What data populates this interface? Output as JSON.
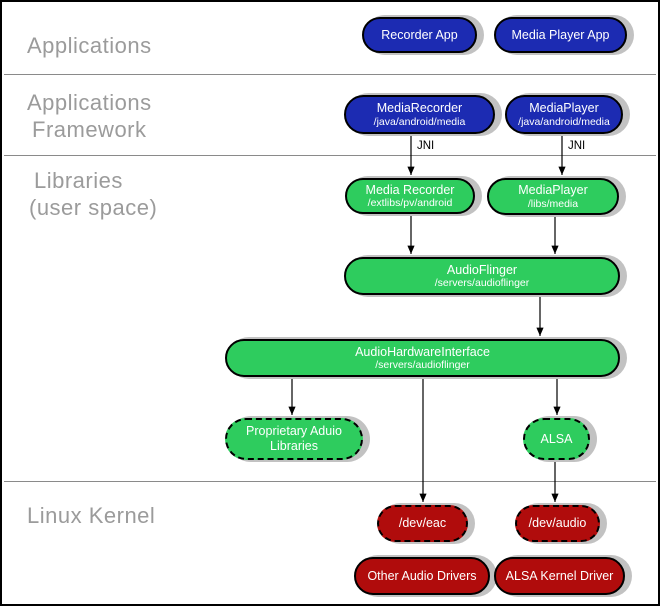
{
  "layers": {
    "applications": {
      "line1": "Applications"
    },
    "framework": {
      "line1": "Applications",
      "line2": "Framework"
    },
    "libraries": {
      "line1": "Libraries",
      "line2": "(user space)"
    },
    "kernel": {
      "line1": "Linux Kernel"
    }
  },
  "nodes": {
    "recorder_app": {
      "label": "Recorder App"
    },
    "media_player_app": {
      "label": "Media Player App"
    },
    "media_recorder_fw": {
      "label": "MediaRecorder",
      "sublabel": "/java/android/media"
    },
    "media_player_fw": {
      "label": "MediaPlayer",
      "sublabel": "/java/android/media"
    },
    "media_recorder_lib": {
      "label": "Media Recorder",
      "sublabel": "/extlibs/pv/android"
    },
    "media_player_lib": {
      "label": "MediaPlayer",
      "sublabel": "/libs/media"
    },
    "audioflinger": {
      "label": "AudioFlinger",
      "sublabel": "/servers/audioflinger"
    },
    "audio_hardware_interface": {
      "label": "AudioHardwareInterface",
      "sublabel": "/servers/audioflinger"
    },
    "proprietary_audio_libraries": {
      "label": "Proprietary Aduio Libraries"
    },
    "alsa": {
      "label": "ALSA"
    },
    "dev_eac": {
      "label": "/dev/eac"
    },
    "dev_audio": {
      "label": "/dev/audio"
    },
    "other_audio_drivers": {
      "label": "Other Audio Drivers"
    },
    "alsa_kernel_driver": {
      "label": "ALSA Kernel Driver"
    }
  },
  "connectors": {
    "jni_left": "JNI",
    "jni_right": "JNI"
  },
  "colors": {
    "app_blue": "#1c2bb2",
    "lib_green": "#2ecc5e",
    "kernel_red": "#b00c0c",
    "shadow_gray": "#c2c2c2",
    "label_gray": "#9b9b9b",
    "divider_gray": "#8a8a8a"
  }
}
